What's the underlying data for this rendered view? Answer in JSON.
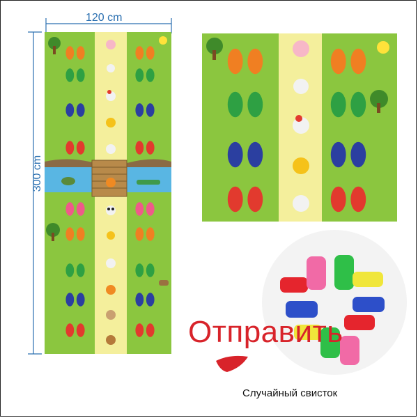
{
  "dimensions": {
    "width_label": "120 cm",
    "height_label": "300 cm"
  },
  "send_label": "Отправить",
  "whistle_caption": "Случайный свисток",
  "colors": {
    "grass": "#8bc63f",
    "path": "#f4ef9c",
    "water": "#59b6e3",
    "red": "#e23a2e",
    "green": "#2ea043",
    "blue": "#2b3fa0",
    "orange": "#f07f22",
    "pink": "#ef5a8a",
    "dimension": "#2a6fb0",
    "send": "#d8232a"
  },
  "icons": [
    "sun-icon",
    "tree-icon",
    "pig-icon",
    "chick-icon",
    "rooster-icon",
    "goat-icon",
    "panda-icon",
    "rabbit-icon",
    "tiger-icon",
    "bridge-icon",
    "turtle-icon",
    "crocodile-icon",
    "whistle-icon",
    "send-swoosh-icon"
  ]
}
